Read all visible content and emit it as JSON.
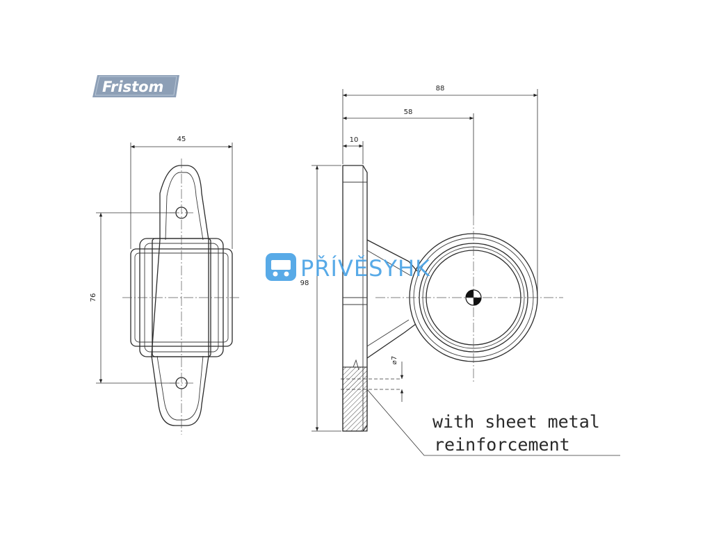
{
  "logo": {
    "text": "Fristom",
    "color": "#8d9fb6"
  },
  "watermark": {
    "text": "PŘÍVĚSYHK",
    "icon": "trailer-icon",
    "color": "#4aa3e6"
  },
  "dimensions": {
    "front_width": "45",
    "front_hole_spacing": "76",
    "side_total_length": "88",
    "side_center_offset": "58",
    "side_base_thickness": "10",
    "side_height": "98",
    "hole_diameter": "⌀7"
  },
  "note": {
    "line1": "with sheet metal",
    "line2": "reinforcement"
  }
}
